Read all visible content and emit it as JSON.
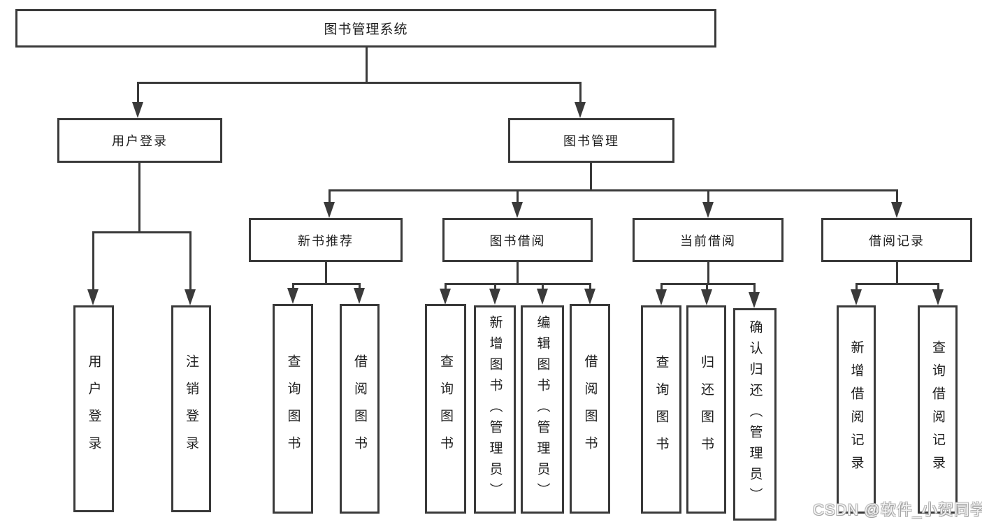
{
  "tree": {
    "root": {
      "label": "图书管理系统"
    },
    "login_branch": {
      "label": "用户登录",
      "children": [
        {
          "label": "用户登录"
        },
        {
          "label": "注销登录"
        }
      ]
    },
    "management_branch": {
      "label": "图书管理",
      "sections": [
        {
          "label": "新书推荐",
          "children": [
            {
              "label": "查询图书"
            },
            {
              "label": "借阅图书"
            }
          ]
        },
        {
          "label": "图书借阅",
          "children": [
            {
              "label": "查询图书"
            },
            {
              "label": "新增图书（管理员）"
            },
            {
              "label": "编辑图书（管理员）"
            },
            {
              "label": "借阅图书"
            }
          ]
        },
        {
          "label": "当前借阅",
          "children": [
            {
              "label": "查询图书"
            },
            {
              "label": "归还图书"
            },
            {
              "label": "确认归还（管理员）"
            }
          ]
        },
        {
          "label": "借阅记录",
          "children": [
            {
              "label": "新增借阅记录"
            },
            {
              "label": "查询借阅记录"
            }
          ]
        }
      ]
    }
  },
  "watermark": {
    "text": "CSDN @软件_小贺同学"
  },
  "colors": {
    "line": "#3a3a3a",
    "box_border": "#3a3a3a",
    "text": "#1e1e1e",
    "background": "#ffffff",
    "watermark_text": "#f4f4f4"
  }
}
